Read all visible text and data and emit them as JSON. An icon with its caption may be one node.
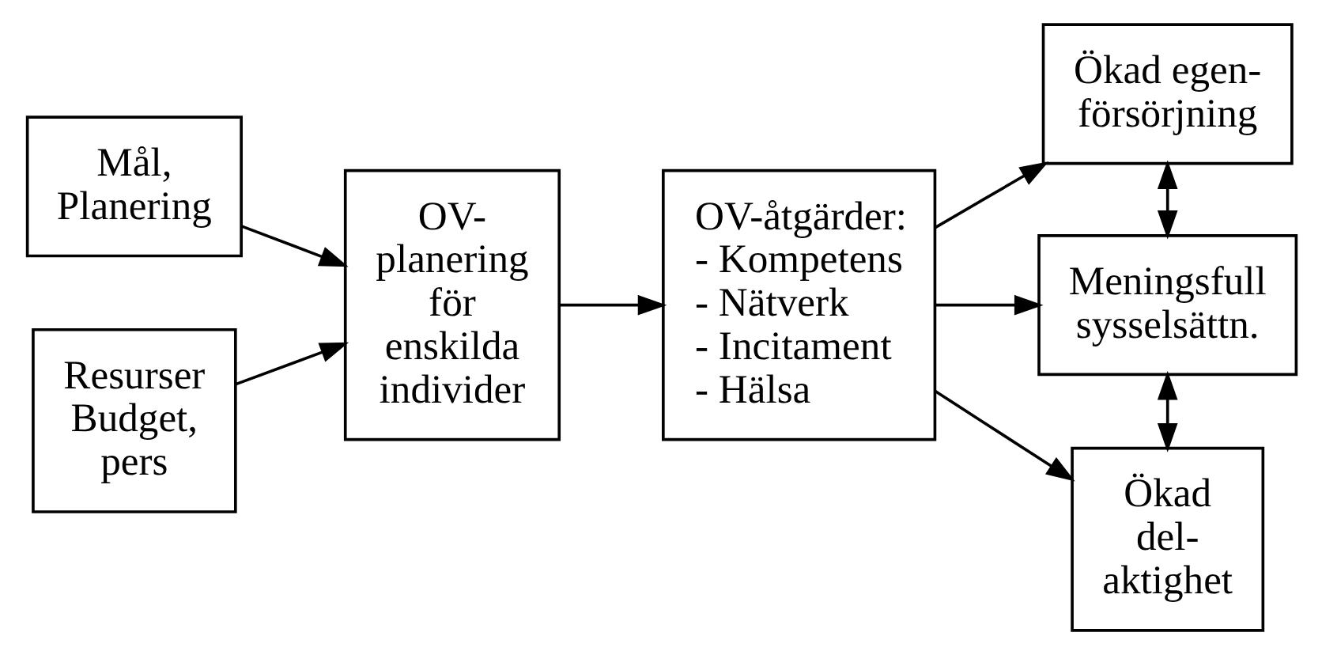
{
  "diagram": {
    "nodes": [
      {
        "text": [
          "Mål, Planering"
        ]
      },
      {
        "text": [
          "Resurser Budget, pers"
        ]
      },
      {
        "text": [
          "OV- planering för enskilda individer"
        ]
      },
      {
        "text": [
          "OV-åtgärder:",
          "- Kompetens",
          "- Nätverk",
          "- Incitament",
          "- Hälsa"
        ]
      },
      {
        "text": [
          "Ökad egen- försörjning"
        ]
      },
      {
        "text": [
          "Meningsfull sysselsättn."
        ]
      },
      {
        "text": [
          "Ökad del- aktighet"
        ]
      }
    ],
    "edges": [
      {
        "from": 0,
        "to": 2,
        "arrow": "to"
      },
      {
        "from": 1,
        "to": 2,
        "arrow": "to"
      },
      {
        "from": 2,
        "to": 3,
        "arrow": "to"
      },
      {
        "from": 3,
        "to": 4,
        "arrow": "to"
      },
      {
        "from": 3,
        "to": 5,
        "arrow": "to"
      },
      {
        "from": 3,
        "to": 6,
        "arrow": "to"
      },
      {
        "from": 4,
        "to": 5,
        "arrow": "both"
      },
      {
        "from": 5,
        "to": 6,
        "arrow": "both"
      }
    ]
  }
}
